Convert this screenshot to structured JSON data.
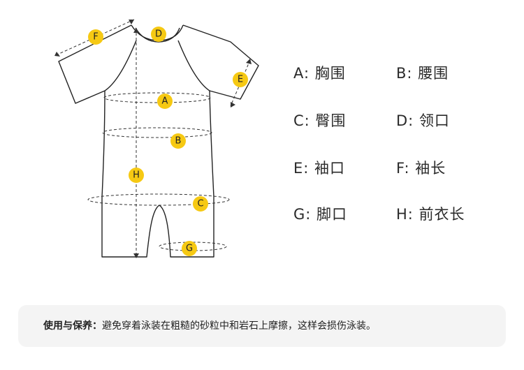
{
  "markers": [
    "A",
    "B",
    "C",
    "D",
    "E",
    "F",
    "G",
    "H"
  ],
  "legend": [
    {
      "key": "A",
      "sep": ":",
      "label": "胸围"
    },
    {
      "key": "B",
      "sep": ":",
      "label": "腰围"
    },
    {
      "key": "C",
      "sep": ":",
      "label": "臀围"
    },
    {
      "key": "D",
      "sep": ":",
      "label": "领口"
    },
    {
      "key": "E",
      "sep": ":",
      "label": "袖口"
    },
    {
      "key": "F",
      "sep": ":",
      "label": "袖长"
    },
    {
      "key": "G",
      "sep": ":",
      "label": "脚口"
    },
    {
      "key": "H",
      "sep": ":",
      "label": "前衣长"
    }
  ],
  "care": {
    "label": "使用与保养：",
    "text": "避免穿着泳装在粗糙的砂粒中和岩石上摩擦，这样会损伤泳装。"
  },
  "colors": {
    "marker": "#f6c913",
    "line": "#222222",
    "dashed": "#333333",
    "care_bg": "#f4f4f4"
  }
}
